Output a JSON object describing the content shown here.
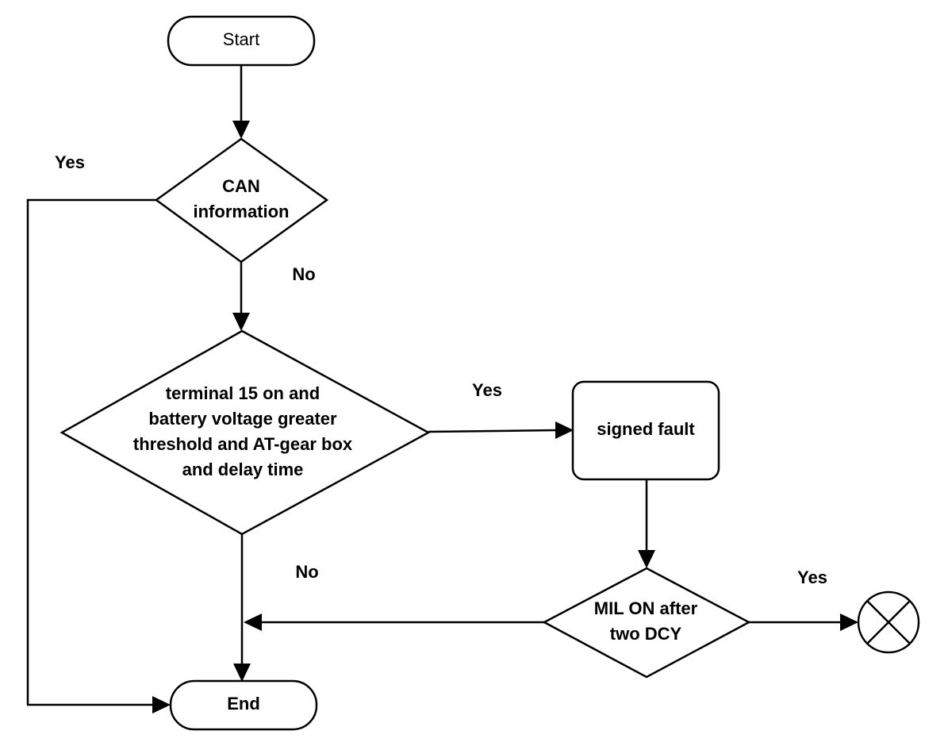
{
  "nodes": {
    "start": {
      "lines": [
        "Start"
      ]
    },
    "can_decision": {
      "lines": [
        "CAN",
        "information"
      ]
    },
    "terminal_decision": {
      "lines": [
        "terminal 15 on and",
        "battery voltage greater",
        "threshold and AT-gear box",
        "and delay time"
      ]
    },
    "signed_fault": {
      "lines": [
        "signed fault"
      ]
    },
    "mil_decision": {
      "lines": [
        "MIL ON after",
        "two DCY"
      ]
    },
    "end": {
      "lines": [
        "End"
      ]
    }
  },
  "edge_labels": {
    "can_yes": "Yes",
    "can_no": "No",
    "terminal_yes": "Yes",
    "terminal_no": "No",
    "mil_yes": "Yes"
  }
}
